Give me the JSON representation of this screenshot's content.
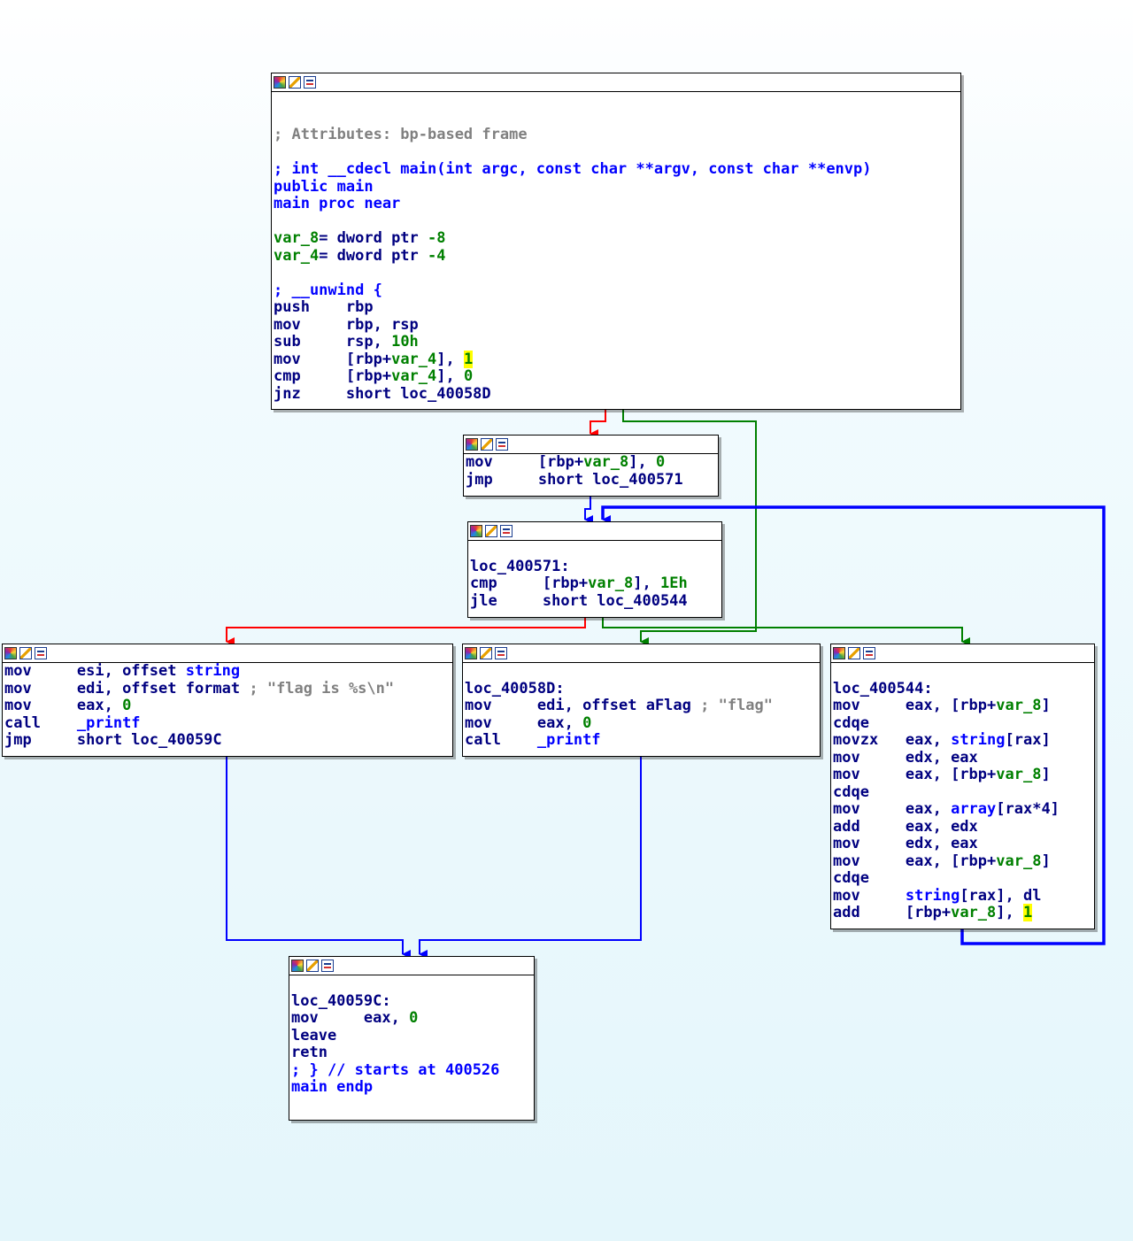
{
  "blocks": {
    "main": {
      "lines": [
        {
          "blank": true
        },
        {
          "blank": true
        },
        [
          {
            "t": "; Attributes: bp-based frame",
            "c": "cmt"
          }
        ],
        {
          "blank": true
        },
        [
          {
            "t": "; int __cdecl main(int argc, const char **argv, const char **envp)",
            "c": "sym"
          }
        ],
        [
          {
            "t": "public main",
            "c": "sym"
          }
        ],
        [
          {
            "t": "main proc near",
            "c": "sym"
          }
        ],
        {
          "blank": true
        },
        [
          {
            "t": "var_8",
            "c": "var"
          },
          {
            "t": "= dword ptr ",
            "c": "op"
          },
          {
            "t": "-8",
            "c": "num"
          }
        ],
        [
          {
            "t": "var_4",
            "c": "var"
          },
          {
            "t": "= dword ptr ",
            "c": "op"
          },
          {
            "t": "-4",
            "c": "num"
          }
        ],
        {
          "blank": true
        },
        [
          {
            "t": "; __unwind {",
            "c": "sym"
          }
        ],
        [
          {
            "t": "push    ",
            "c": "mn"
          },
          {
            "t": "rbp",
            "c": "op"
          }
        ],
        [
          {
            "t": "mov     ",
            "c": "mn"
          },
          {
            "t": "rbp, rsp",
            "c": "op"
          }
        ],
        [
          {
            "t": "sub     ",
            "c": "mn"
          },
          {
            "t": "rsp, ",
            "c": "op"
          },
          {
            "t": "10h",
            "c": "num"
          }
        ],
        [
          {
            "t": "mov     ",
            "c": "mn"
          },
          {
            "t": "[rbp+",
            "c": "op"
          },
          {
            "t": "var_4",
            "c": "var"
          },
          {
            "t": "], ",
            "c": "op"
          },
          {
            "t": "1",
            "c": "hl"
          }
        ],
        [
          {
            "t": "cmp     ",
            "c": "mn"
          },
          {
            "t": "[rbp+",
            "c": "op"
          },
          {
            "t": "var_4",
            "c": "var"
          },
          {
            "t": "], ",
            "c": "op"
          },
          {
            "t": "0",
            "c": "num"
          }
        ],
        [
          {
            "t": "jnz     ",
            "c": "mn"
          },
          {
            "t": "short loc_40058D",
            "c": "op"
          }
        ]
      ]
    },
    "b2": {
      "lines": [
        [
          {
            "t": "mov     ",
            "c": "mn"
          },
          {
            "t": "[rbp+",
            "c": "op"
          },
          {
            "t": "var_8",
            "c": "var"
          },
          {
            "t": "], ",
            "c": "op"
          },
          {
            "t": "0",
            "c": "num"
          }
        ],
        [
          {
            "t": "jmp     ",
            "c": "mn"
          },
          {
            "t": "short loc_400571",
            "c": "op"
          }
        ]
      ]
    },
    "loop": {
      "lines": [
        {
          "blank": true
        },
        [
          {
            "t": "loc_400571:",
            "c": "lbl"
          }
        ],
        [
          {
            "t": "cmp     ",
            "c": "mn"
          },
          {
            "t": "[rbp+",
            "c": "op"
          },
          {
            "t": "var_8",
            "c": "var"
          },
          {
            "t": "], ",
            "c": "op"
          },
          {
            "t": "1Eh",
            "c": "num"
          }
        ],
        [
          {
            "t": "jle     ",
            "c": "mn"
          },
          {
            "t": "short loc_400544",
            "c": "op"
          }
        ]
      ]
    },
    "print1": {
      "lines": [
        [
          {
            "t": "mov     ",
            "c": "mn"
          },
          {
            "t": "esi, offset ",
            "c": "op"
          },
          {
            "t": "string",
            "c": "sym"
          }
        ],
        [
          {
            "t": "mov     ",
            "c": "mn"
          },
          {
            "t": "edi, offset format ",
            "c": "op"
          },
          {
            "t": "; \"flag is %s\\n\"",
            "c": "str"
          }
        ],
        [
          {
            "t": "mov     ",
            "c": "mn"
          },
          {
            "t": "eax, ",
            "c": "op"
          },
          {
            "t": "0",
            "c": "num"
          }
        ],
        [
          {
            "t": "call    ",
            "c": "mn"
          },
          {
            "t": "_printf",
            "c": "sym"
          }
        ],
        [
          {
            "t": "jmp     ",
            "c": "mn"
          },
          {
            "t": "short loc_40059C",
            "c": "op"
          }
        ]
      ]
    },
    "print2": {
      "lines": [
        {
          "blank": true
        },
        [
          {
            "t": "loc_40058D:",
            "c": "lbl"
          }
        ],
        [
          {
            "t": "mov     ",
            "c": "mn"
          },
          {
            "t": "edi, offset aFlag ",
            "c": "op"
          },
          {
            "t": "; \"flag\"",
            "c": "str"
          }
        ],
        [
          {
            "t": "mov     ",
            "c": "mn"
          },
          {
            "t": "eax, ",
            "c": "op"
          },
          {
            "t": "0",
            "c": "num"
          }
        ],
        [
          {
            "t": "call    ",
            "c": "mn"
          },
          {
            "t": "_printf",
            "c": "sym"
          }
        ]
      ]
    },
    "body": {
      "lines": [
        {
          "blank": true
        },
        [
          {
            "t": "loc_400544:",
            "c": "lbl"
          }
        ],
        [
          {
            "t": "mov     ",
            "c": "mn"
          },
          {
            "t": "eax, [rbp+",
            "c": "op"
          },
          {
            "t": "var_8",
            "c": "var"
          },
          {
            "t": "]",
            "c": "op"
          }
        ],
        [
          {
            "t": "cdqe",
            "c": "mn"
          }
        ],
        [
          {
            "t": "movzx   ",
            "c": "mn"
          },
          {
            "t": "eax, ",
            "c": "op"
          },
          {
            "t": "string",
            "c": "sym"
          },
          {
            "t": "[rax]",
            "c": "op"
          }
        ],
        [
          {
            "t": "mov     ",
            "c": "mn"
          },
          {
            "t": "edx, eax",
            "c": "op"
          }
        ],
        [
          {
            "t": "mov     ",
            "c": "mn"
          },
          {
            "t": "eax, [rbp+",
            "c": "op"
          },
          {
            "t": "var_8",
            "c": "var"
          },
          {
            "t": "]",
            "c": "op"
          }
        ],
        [
          {
            "t": "cdqe",
            "c": "mn"
          }
        ],
        [
          {
            "t": "mov     ",
            "c": "mn"
          },
          {
            "t": "eax, ",
            "c": "op"
          },
          {
            "t": "array",
            "c": "sym"
          },
          {
            "t": "[rax*4]",
            "c": "op"
          }
        ],
        [
          {
            "t": "add     ",
            "c": "mn"
          },
          {
            "t": "eax, edx",
            "c": "op"
          }
        ],
        [
          {
            "t": "mov     ",
            "c": "mn"
          },
          {
            "t": "edx, eax",
            "c": "op"
          }
        ],
        [
          {
            "t": "mov     ",
            "c": "mn"
          },
          {
            "t": "eax, [rbp+",
            "c": "op"
          },
          {
            "t": "var_8",
            "c": "var"
          },
          {
            "t": "]",
            "c": "op"
          }
        ],
        [
          {
            "t": "cdqe",
            "c": "mn"
          }
        ],
        [
          {
            "t": "mov     ",
            "c": "mn"
          },
          {
            "t": "string",
            "c": "sym"
          },
          {
            "t": "[rax], dl",
            "c": "op"
          }
        ],
        [
          {
            "t": "add     ",
            "c": "mn"
          },
          {
            "t": "[rbp+",
            "c": "op"
          },
          {
            "t": "var_8",
            "c": "var"
          },
          {
            "t": "], ",
            "c": "op"
          },
          {
            "t": "1",
            "c": "hl"
          }
        ]
      ]
    },
    "exit": {
      "lines": [
        {
          "blank": true
        },
        [
          {
            "t": "loc_40059C:",
            "c": "lbl"
          }
        ],
        [
          {
            "t": "mov     ",
            "c": "mn"
          },
          {
            "t": "eax, ",
            "c": "op"
          },
          {
            "t": "0",
            "c": "num"
          }
        ],
        [
          {
            "t": "leave",
            "c": "mn"
          }
        ],
        [
          {
            "t": "retn",
            "c": "mn"
          }
        ],
        [
          {
            "t": "; } // starts at 400526",
            "c": "sym"
          }
        ],
        [
          {
            "t": "main endp",
            "c": "sym"
          }
        ]
      ]
    }
  },
  "colors": {
    "edge_true": "#008000",
    "edge_false": "#ff0000",
    "edge_uncond": "#0000ff",
    "code_text": "#000080",
    "comment": "#808080",
    "number": "#008000",
    "symbol": "#0000ff",
    "highlight": "#ffff00"
  }
}
